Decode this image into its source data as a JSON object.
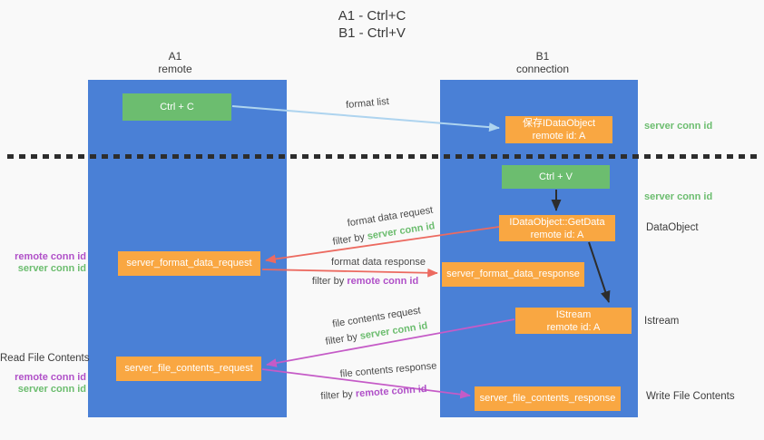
{
  "title": {
    "line1": "A1 - Ctrl+C",
    "line2": "B1 - Ctrl+V"
  },
  "columns": [
    {
      "name": "A1",
      "subtitle": "remote"
    },
    {
      "name": "B1",
      "subtitle": "connection"
    }
  ],
  "nodes": {
    "ctrl_c": {
      "label": "Ctrl + C"
    },
    "save_idataobject": {
      "line1": "保存IDataObject",
      "line2": "remote id: A"
    },
    "ctrl_v": {
      "label": "Ctrl + V"
    },
    "idataobject_getdata": {
      "line1": "IDataObject::GetData",
      "line2": "remote id: A"
    },
    "server_format_data_request": {
      "label": "server_format_data_request"
    },
    "server_format_data_response": {
      "label": "server_format_data_response"
    },
    "istream": {
      "line1": "IStream",
      "line2": "remote id: A"
    },
    "server_file_contents_request": {
      "label": "server_file_contents_request"
    },
    "server_file_contents_response": {
      "label": "server_file_contents_response"
    }
  },
  "arrow_labels": {
    "format_list": "format list",
    "format_data_request": "format data request",
    "format_data_request_filter": {
      "prefix": "filter by ",
      "key": "server conn id"
    },
    "format_data_response": "format data response",
    "format_data_response_filter": {
      "prefix": "filter by ",
      "key": "remote conn id"
    },
    "file_contents_request": "file contents request",
    "file_contents_request_filter": {
      "prefix": "filter by ",
      "key": "server conn id"
    },
    "file_contents_response": "file contents response",
    "file_contents_response_filter": {
      "prefix": "filter by ",
      "key": "remote conn id"
    }
  },
  "side_labels": {
    "right_server_conn_id_top": "server conn id",
    "right_server_conn_id_mid": "server conn id",
    "right_dataobject": "DataObject",
    "right_istream": "Istream",
    "right_write_file_contents": "Write File Contents",
    "left_remote_conn_id_top": "remote conn id",
    "left_server_conn_id_top": "server conn id",
    "left_read_file_contents": "Read File Contents",
    "left_remote_conn_id_bottom": "remote conn id",
    "left_server_conn_id_bottom": "server conn id"
  },
  "colors": {
    "lifeline_blue": "#4a80d6",
    "box_green": "#6cbd6f",
    "box_orange": "#f9a742",
    "arrow_light_blue": "#aed4ef",
    "arrow_red": "#ec6a60",
    "arrow_magenta": "#c55bc7",
    "arrow_black": "#2d2d2d",
    "label_green": "#6cbd6f",
    "label_purple": "#b050c8",
    "text_dark": "#3c3c3c"
  }
}
